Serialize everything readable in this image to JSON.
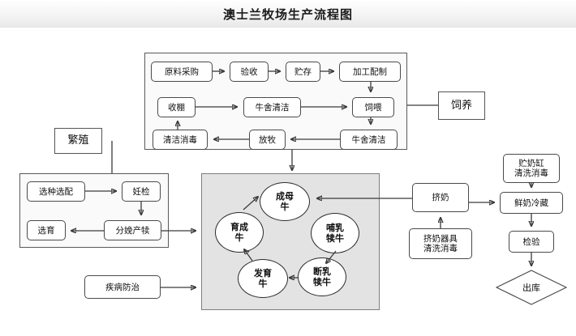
{
  "title": "澳士兰牧场生产流程图",
  "section_labels": {
    "feeding": "饲养",
    "breeding": "繁殖"
  },
  "feeding_section": {
    "row1": [
      {
        "label": "原料采购"
      },
      {
        "label": "验收"
      },
      {
        "label": "贮存"
      },
      {
        "label": "加工配制"
      }
    ],
    "row2": [
      {
        "label": "收棚"
      },
      {
        "label": "牛舍清洁"
      },
      {
        "label": "饲喂"
      }
    ],
    "row3": [
      {
        "label": "清洁消毒"
      },
      {
        "label": "放牧"
      },
      {
        "label": "牛舍清洁"
      }
    ]
  },
  "breeding_section": {
    "nodes": [
      {
        "label": "选种选配"
      },
      {
        "label": "妊检"
      },
      {
        "label": "选育"
      },
      {
        "label": "分娩产犊"
      }
    ]
  },
  "disease_node": {
    "label": "疾病防治"
  },
  "cattle_cycle": {
    "nodes": [
      {
        "label": "成母\n牛",
        "name": "cow-mature"
      },
      {
        "label": "哺乳\n犊牛",
        "name": "cow-suckling-calf"
      },
      {
        "label": "断乳\n犊牛",
        "name": "cow-weaned-calf"
      },
      {
        "label": "发育\n牛",
        "name": "cow-growing"
      },
      {
        "label": "育成\n牛",
        "name": "cow-yearling"
      }
    ]
  },
  "milk_section": {
    "milking": {
      "label": "挤奶"
    },
    "milking_equipment": {
      "label": "挤奶器具\n清洗消毒"
    },
    "tank_clean": {
      "label": "贮奶缸\n清洗消毒"
    },
    "fresh_milk_cold": {
      "label": "鲜奶冷藏"
    },
    "inspection": {
      "label": "检验"
    },
    "outbound": {
      "label": "出库"
    }
  },
  "colors": {
    "line": "#3a3a3a",
    "shaded_fill": "#e3e3e3",
    "box_border": "#5a5a5a"
  }
}
